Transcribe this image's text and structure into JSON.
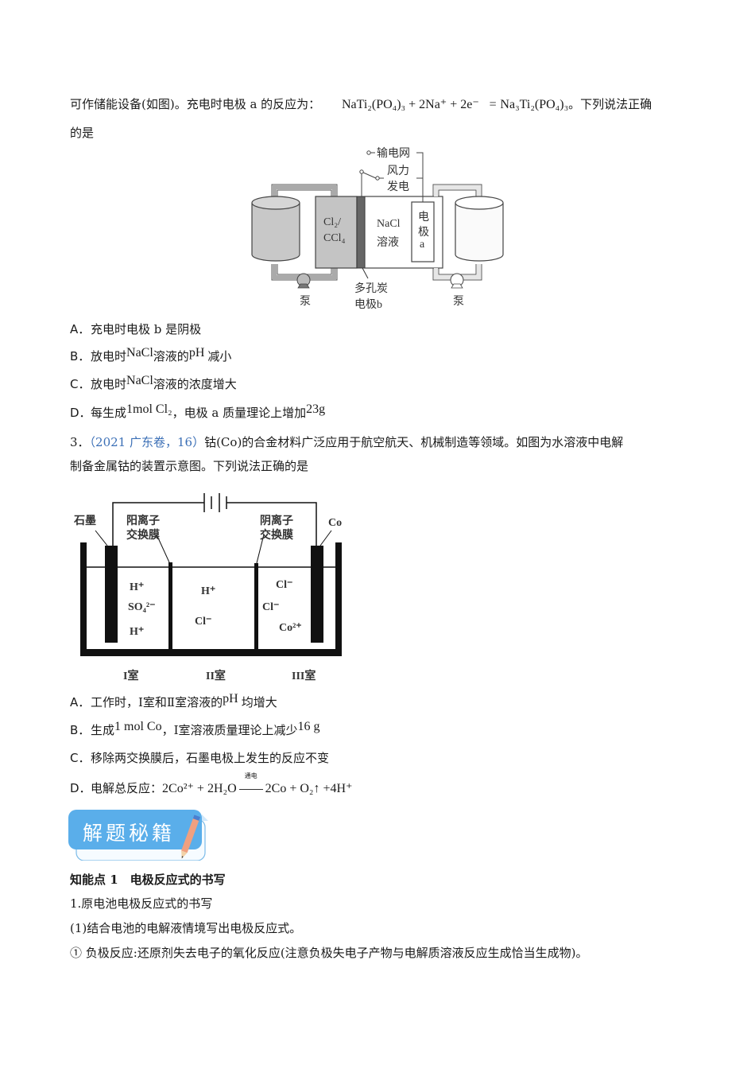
{
  "q2": {
    "intro_text": "可作储能设备(如图)。充电时电极 a 的反应为：",
    "reaction": {
      "lhs": "NaTi₂(PO₄)₃ + 2Na⁺ + 2e⁻",
      "eq": "=",
      "rhs": "Na₃Ti₂(PO₄)₃"
    },
    "intro_tail": "。下列说法正确",
    "intro_line2": "的是",
    "figure": {
      "grid_label": "输电网",
      "wind_label_1": "风力",
      "wind_label_2": "发电",
      "left_cell_label_1": "Cl₂/",
      "left_cell_label_2": "CCl₄",
      "middle_label_1": "NaCl",
      "middle_label_2": "溶液",
      "electrode_a_1": "电",
      "electrode_a_2": "极",
      "electrode_a_3": "a",
      "pump_left": "泵",
      "pump_right": "泵",
      "electrode_b_1": "多孔炭",
      "electrode_b_2": "电极b"
    },
    "options": [
      {
        "letter": "A．",
        "text": "充电时电极 b 是阴极"
      },
      {
        "letter": "B．",
        "pre": "放电时",
        "chem": "NaCl",
        "mid": "溶液的",
        "chem2": "pH",
        "post": "减小"
      },
      {
        "letter": "C．",
        "pre": "放电时",
        "chem": "NaCl",
        "post": "溶液的浓度增大"
      },
      {
        "letter": "D．",
        "pre": "每生成",
        "chem": "1mol Cl₂",
        "mid": "，电极 a 质量理论上增加",
        "chem2": "23g"
      }
    ]
  },
  "q3": {
    "number": "3．",
    "source": "（2021 广东卷，16）",
    "line1": "钴(Co)的合金材料广泛应用于航空航天、机械制造等领域。如图为水溶液中电解",
    "line2": "制备金属钴的装置示意图。下列说法正确的是",
    "figure": {
      "graphite": "石墨",
      "cation_membrane_1": "阳离子",
      "cation_membrane_2": "交换膜",
      "anion_membrane_1": "阴离子",
      "anion_membrane_2": "交换膜",
      "cobalt": "Co",
      "room1_ions": [
        "H⁺",
        "SO₄²⁻",
        "H⁺"
      ],
      "room2_ions": [
        "H⁺",
        "Cl⁻"
      ],
      "room3_ions": [
        "Cl⁻",
        "Cl⁻",
        "Co²⁺"
      ],
      "room1_label": "I室",
      "room2_label": "II室",
      "room3_label": "III室"
    },
    "options": [
      {
        "letter": "A．",
        "pre": "工作时，Ⅰ室和Ⅱ室溶液的",
        "chem": "pH",
        "post": "均增大"
      },
      {
        "letter": "B．",
        "pre": "生成",
        "chem": "1 mol Co",
        "mid": "，Ⅰ室溶液质量理论上减少",
        "chem2": "16 g"
      },
      {
        "letter": "C．",
        "text": "移除两交换膜后，石墨电极上发生的反应不变"
      },
      {
        "letter": "D．",
        "pre": "电解总反应：",
        "lhs": "2Co²⁺ + 2H₂O",
        "cond": "通电",
        "rhs": "2Co + O₂↑ +4H⁺"
      }
    ]
  },
  "banner": {
    "title": "解题秘籍",
    "bg_color": "#5aaeea"
  },
  "knowledge": {
    "heading": "知能点 1　电极反应式的书写",
    "item1": "1.原电池电极反应式的书写",
    "item2": "(1)结合电池的电解液情境写出电极反应式。",
    "item3": "① 负极反应:还原剂失去电子的氧化反应(注意负极失电子产物与电解质溶液反应生成恰当生成物)。"
  }
}
